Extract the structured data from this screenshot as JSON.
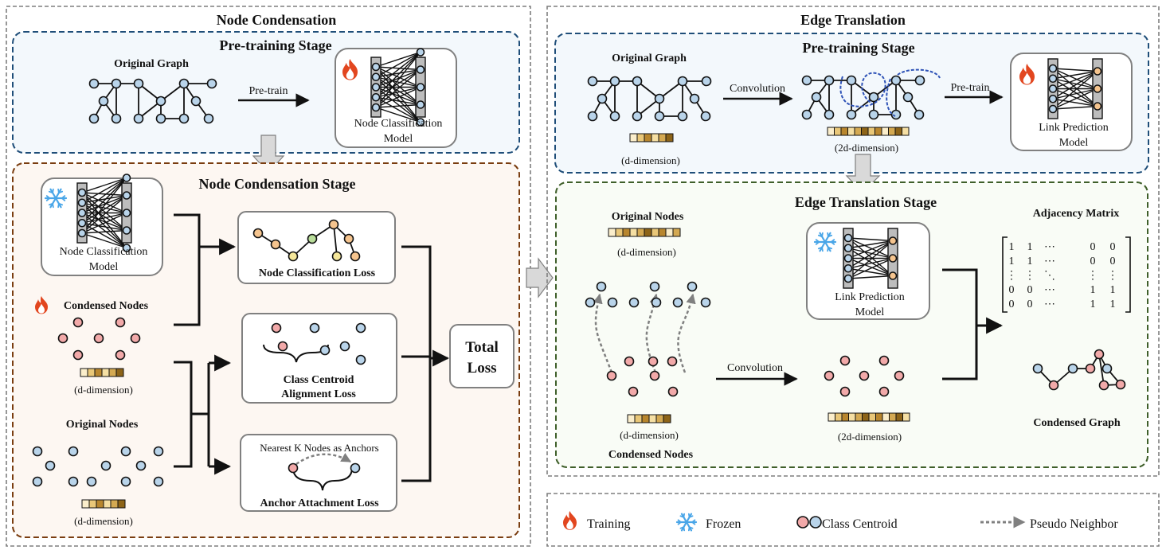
{
  "left": {
    "title": "Node Condensation",
    "pretrain": {
      "title": "Pre-training Stage",
      "graph_label": "Original Graph",
      "arrow_label": "Pre-train",
      "model_label_1": "Node Classification",
      "model_label_2": "Model"
    },
    "stage": {
      "title": "Node Condensation Stage",
      "frozen_model_1": "Node Classification",
      "frozen_model_2": "Model",
      "condensed_label": "Condensed Nodes",
      "d_dim_1": "(d-dimension)",
      "original_label": "Original Nodes",
      "d_dim_2": "(d-dimension)",
      "loss1": "Node Classification Loss",
      "loss2_line1": "Class Centroid",
      "loss2_line2": "Alignment Loss",
      "anchors_label": "Nearest K  Nodes as Anchors",
      "loss3": "Anchor Attachment Loss",
      "total_1": "Total",
      "total_2": "Loss"
    }
  },
  "right": {
    "title": "Edge Translation",
    "pretrain": {
      "title": "Pre-training Stage",
      "graph_label": "Original Graph",
      "d_dim": "(d-dimension)",
      "conv_label": "Convolution",
      "d2_dim": "(2d-dimension)",
      "arrow_label": "Pre-train",
      "model_label_1": "Link Prediction",
      "model_label_2": "Model"
    },
    "stage": {
      "title": "Edge Translation Stage",
      "original_label": "Original Nodes",
      "d_dim_1": "(d-dimension)",
      "d_dim_2": "(d-dimension)",
      "condensed_label": "Condensed Nodes",
      "conv_label": "Convolution",
      "d2_dim": "(2d-dimension)",
      "model_label_1": "Link Prediction",
      "model_label_2": "Model",
      "adj_title": "Adjacency Matrix",
      "adj_rows": [
        [
          "1",
          "1",
          "⋯",
          "0",
          "0"
        ],
        [
          "1",
          "1",
          "⋯",
          "0",
          "0"
        ],
        [
          "⋮",
          "⋮",
          "⋱",
          "⋮",
          "⋮"
        ],
        [
          "0",
          "0",
          "⋯",
          "1",
          "1"
        ],
        [
          "0",
          "0",
          "⋯",
          "1",
          "1"
        ]
      ],
      "graph_label": "Condensed Graph"
    }
  },
  "legend": {
    "training": "Training",
    "frozen": "Frozen",
    "centroid": "Class Centroid",
    "pseudo": "Pseudo Neighbor"
  },
  "colors": {
    "blue_node": "#b9d4ea",
    "pink_node": "#f2a9a9",
    "green_node": "#b9dd9a",
    "orange_node": "#f5c48e",
    "yellow_node": "#f5e79a",
    "left_panel_bg": "#fdf7f2",
    "pretrain_bg": "#f3f8fc",
    "edge_stage_bg": "#f9fcf6",
    "blue_dash": "#1f4e79",
    "brown_dash": "#7a3d10",
    "green_dash": "#3f5f2a",
    "fire": "#e2461f",
    "snow": "#4aa6e8"
  }
}
